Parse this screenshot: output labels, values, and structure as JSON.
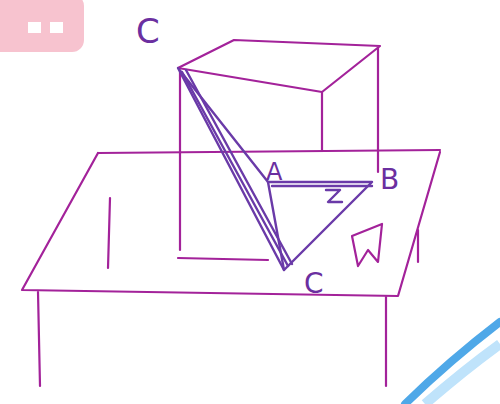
{
  "diagram": {
    "labels": [
      "C",
      "A",
      "B",
      "C"
    ]
  }
}
